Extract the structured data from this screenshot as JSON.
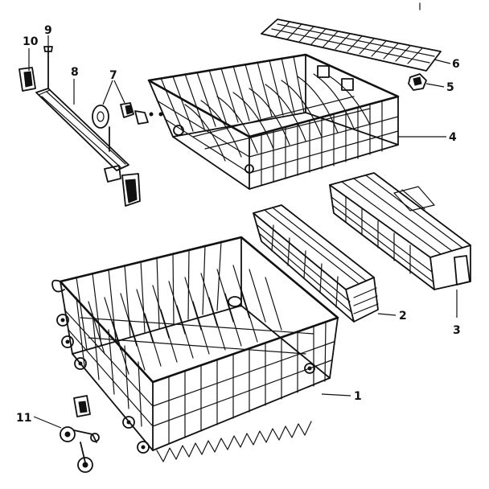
{
  "callouts": {
    "c1": "1",
    "c2": "2",
    "c3": "3",
    "c4": "4",
    "c5": "5",
    "c6": "6",
    "c7": "7",
    "c8": "8",
    "c9": "9",
    "c10": "10",
    "c11": "11"
  },
  "colors": {
    "ink": "#111111",
    "background": "#ffffff"
  }
}
